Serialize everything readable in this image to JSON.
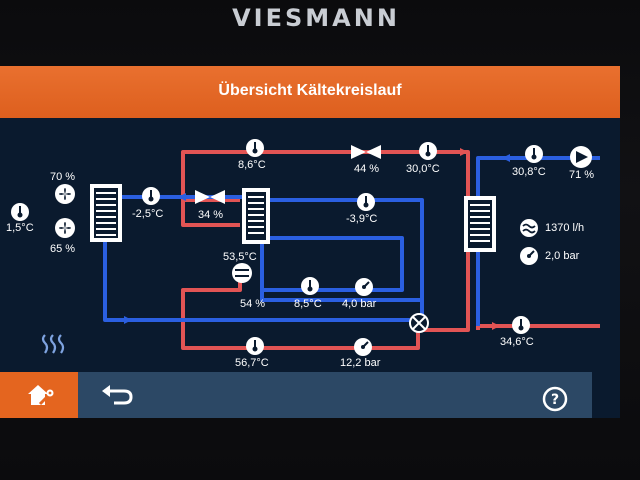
{
  "brand": "VIESMANN",
  "screen": {
    "title": "Übersicht Kältekreislauf"
  },
  "left_unit": {
    "outdoor_temp": "1,5°C",
    "fan_top_pct": "70 %",
    "fan_bottom_pct": "65 %"
  },
  "evaporator": {
    "temp": "-2,5°C"
  },
  "eev_left": {
    "opening": "34 %"
  },
  "eev_top": {
    "opening": "44 %"
  },
  "sensors": {
    "t_top_left": "8,6°C",
    "t_top_right": "30,0°C",
    "t_suction": "-3,9°C",
    "t_discharge_after_hx": "53,5°C",
    "compressor_pct": "54 %",
    "t_mid": "8,5°C",
    "p_low": "4,0 bar",
    "t_bottom": "56,7°C",
    "p_high": "12,2 bar"
  },
  "secondary": {
    "t_supply": "30,8°C",
    "pump_pct": "71 %",
    "flow": "1370 l/h",
    "pressure": "2,0 bar",
    "t_return": "34,6°C"
  },
  "colors": {
    "hot": "#e25454",
    "cold": "#2b5fe0",
    "accent": "#e4651f",
    "bar": "#2c4865",
    "bg": "#0a1a2e"
  },
  "icons": [
    "house-wrench-icon",
    "back-arrow-icon",
    "help-icon",
    "thermometer-icon",
    "fan-icon",
    "pump-icon",
    "valve-icon",
    "manometer-icon",
    "flow-icon",
    "heat-waves-icon"
  ]
}
